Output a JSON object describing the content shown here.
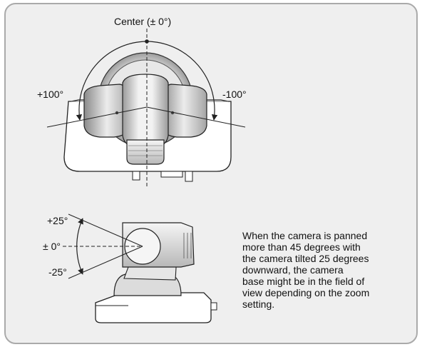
{
  "top_view": {
    "center_label": "Center (± 0°)",
    "left_label": "+100°",
    "right_label": "-100°"
  },
  "side_view": {
    "up_label": "+25°",
    "center_label": "± 0°",
    "down_label": "-25°"
  },
  "note_lines": [
    "When the camera is panned",
    "more than 45 degrees with",
    "the camera tilted 25 degrees",
    "downward, the camera",
    "base might be in the field of",
    "view depending on the zoom",
    "setting."
  ]
}
